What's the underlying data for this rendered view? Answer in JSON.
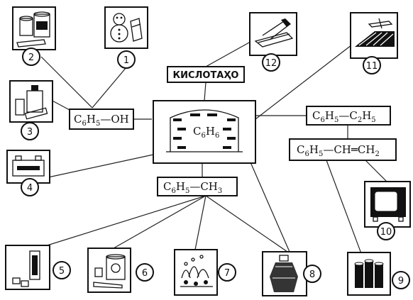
{
  "center": {
    "formula": "C",
    "sub1": "6",
    "mid": "H",
    "sub2": "6"
  },
  "acid_label": "КИСЛОТАҲО",
  "phenol": {
    "c": "C",
    "sub1": "6",
    "h": "H",
    "sub2": "5",
    "rest": "—OH"
  },
  "toluene": {
    "c": "C",
    "sub1": "6",
    "h": "H",
    "sub2": "5",
    "rest1": "—CH",
    "sub3": "3"
  },
  "ethylbenzene": {
    "c": "C",
    "sub1": "6",
    "h": "H",
    "sub2": "5",
    "rest1": "—C",
    "sub3": "2",
    "rest2": "H",
    "sub4": "5"
  },
  "styrene": {
    "c": "C",
    "sub1": "6",
    "h": "H",
    "sub2": "5",
    "rest1": "—CH═CH",
    "sub3": "2"
  },
  "numbers": [
    "1",
    "2",
    "3",
    "4",
    "5",
    "6",
    "7",
    "8",
    "9",
    "10",
    "11",
    "12"
  ],
  "icons": [
    "snowman-toy-icon",
    "paint-cans-icon",
    "medicine-bottles-icon",
    "battery-icon",
    "chemical-package-icon",
    "paint-tube-can-icon",
    "plant-spray-icon",
    "large-bottle-icon",
    "film-rolls-icon",
    "television-icon",
    "floor-plane-icon",
    "fabric-roll-icon"
  ]
}
